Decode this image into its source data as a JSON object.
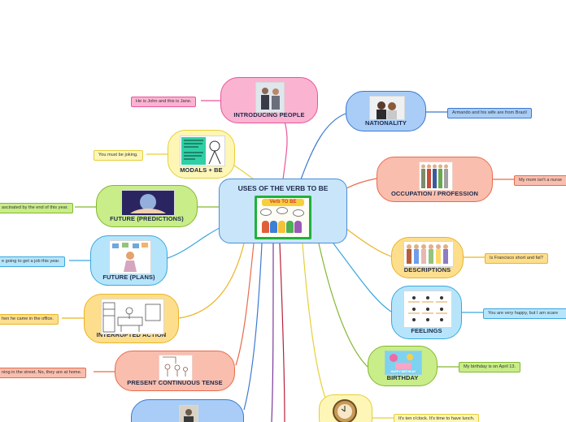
{
  "central": {
    "title": "USES OF THE VERB TO BE",
    "image_text": "Verb TO BE"
  },
  "nodes": {
    "introducing": {
      "label": "INTRODUCING PEOPLE",
      "leaf": "He is John and this is Jane."
    },
    "modals": {
      "label": "MODALS + BE",
      "leaf": "You must be joking."
    },
    "predictions": {
      "label": "FUTURE (PREDICTIONS)",
      "leaf": "ascinated by the end of this year."
    },
    "plans": {
      "label": "FUTURE (PLANS)",
      "leaf": "e going to get a job this year."
    },
    "interrupted": {
      "label": "INTERRUPTED ACTION",
      "leaf": "hen he came in the office."
    },
    "present_cont": {
      "label": "PRESENT CONTINUOUS TENSE",
      "leaf": "ning in the street. No, they are at home."
    },
    "nationality": {
      "label": "NATIONALITY",
      "leaf": "Armando and his wife are from Brazil"
    },
    "occupation": {
      "label": "OCCUPATION / PROFESSION",
      "leaf": "My mom isn't a nurse"
    },
    "descriptions": {
      "label": "DESCRIPTIONS",
      "leaf": "Is Francisco short and fat?"
    },
    "feelings": {
      "label": "FEELINGS",
      "leaf": "You are very happy, but I am scare"
    },
    "birthday": {
      "label": "BIRTHDAY",
      "leaf": "My birthday is on April 13.",
      "image_text": "HAPPY BIRTHDAY"
    },
    "time": {
      "leaf": "It's ten o'clock. It's time to have lunch."
    }
  },
  "colors": {
    "pink": "#e9559a",
    "blue": "#3b79d2",
    "salmon": "#e86b4c",
    "yellow": "#eab425",
    "light_yellow": "#e6cf38",
    "green": "#83b832",
    "light_blue": "#3aa7de",
    "purple": "#7a3a9a",
    "dark_red": "#b8213a"
  },
  "icons": [
    "business-people-photo",
    "cartoon-scientist",
    "crystal-ball",
    "girl-with-plans",
    "office-sketch",
    "family-sketch",
    "couple-photo",
    "professions-figures",
    "people-figures",
    "emotions-chart",
    "birthday-cake",
    "wall-clock",
    "portrait-photo"
  ]
}
